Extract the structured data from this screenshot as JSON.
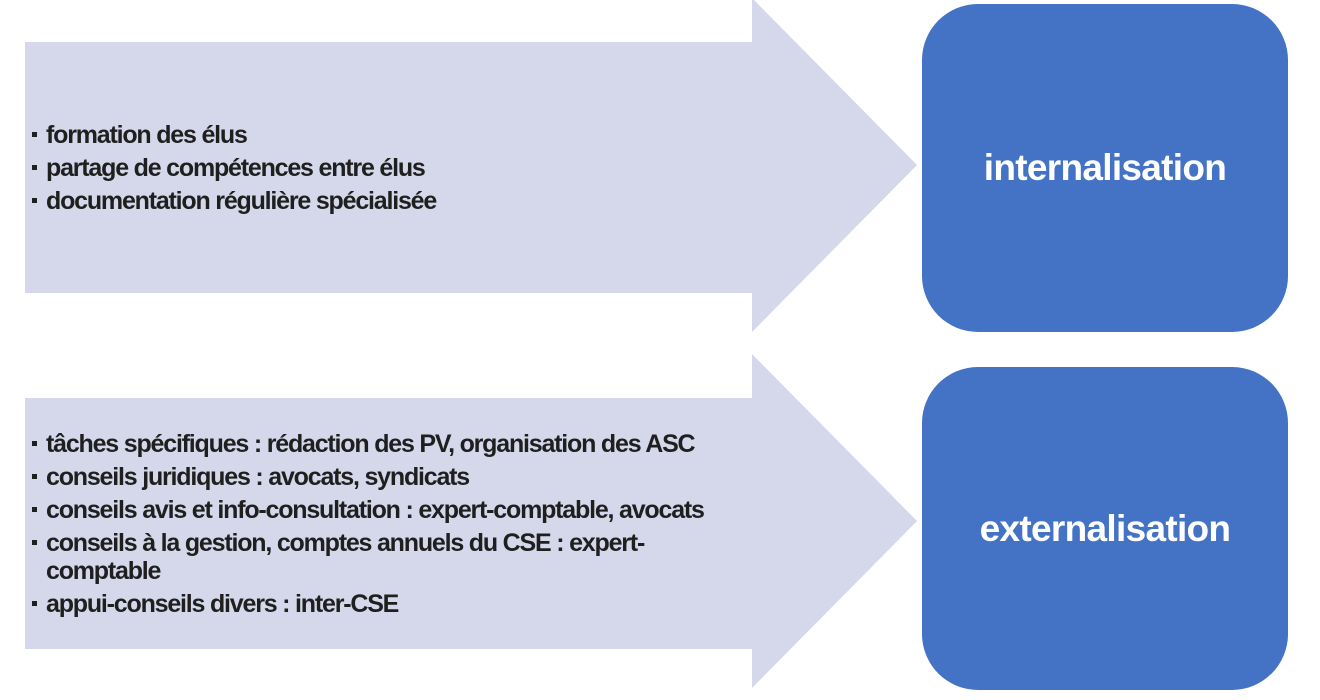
{
  "colors": {
    "arrow_fill": "#d4d8ea",
    "box_fill": "#4472c4",
    "bullet_text": "#1f1f1f",
    "box_text": "#ffffff"
  },
  "rows": [
    {
      "label": "internalisation",
      "bullets": [
        "formation des élus",
        "partage de compétences entre élus",
        "documentation régulière spécialisée"
      ]
    },
    {
      "label": "externalisation",
      "bullets": [
        "tâches spécifiques : rédaction des PV, organisation des ASC",
        "conseils juridiques : avocats, syndicats",
        "conseils avis et info-consultation : expert-comptable, avocats",
        "conseils à la gestion, comptes annuels du CSE : expert-\ncomptable",
        "appui-conseils divers : inter-CSE"
      ]
    }
  ]
}
